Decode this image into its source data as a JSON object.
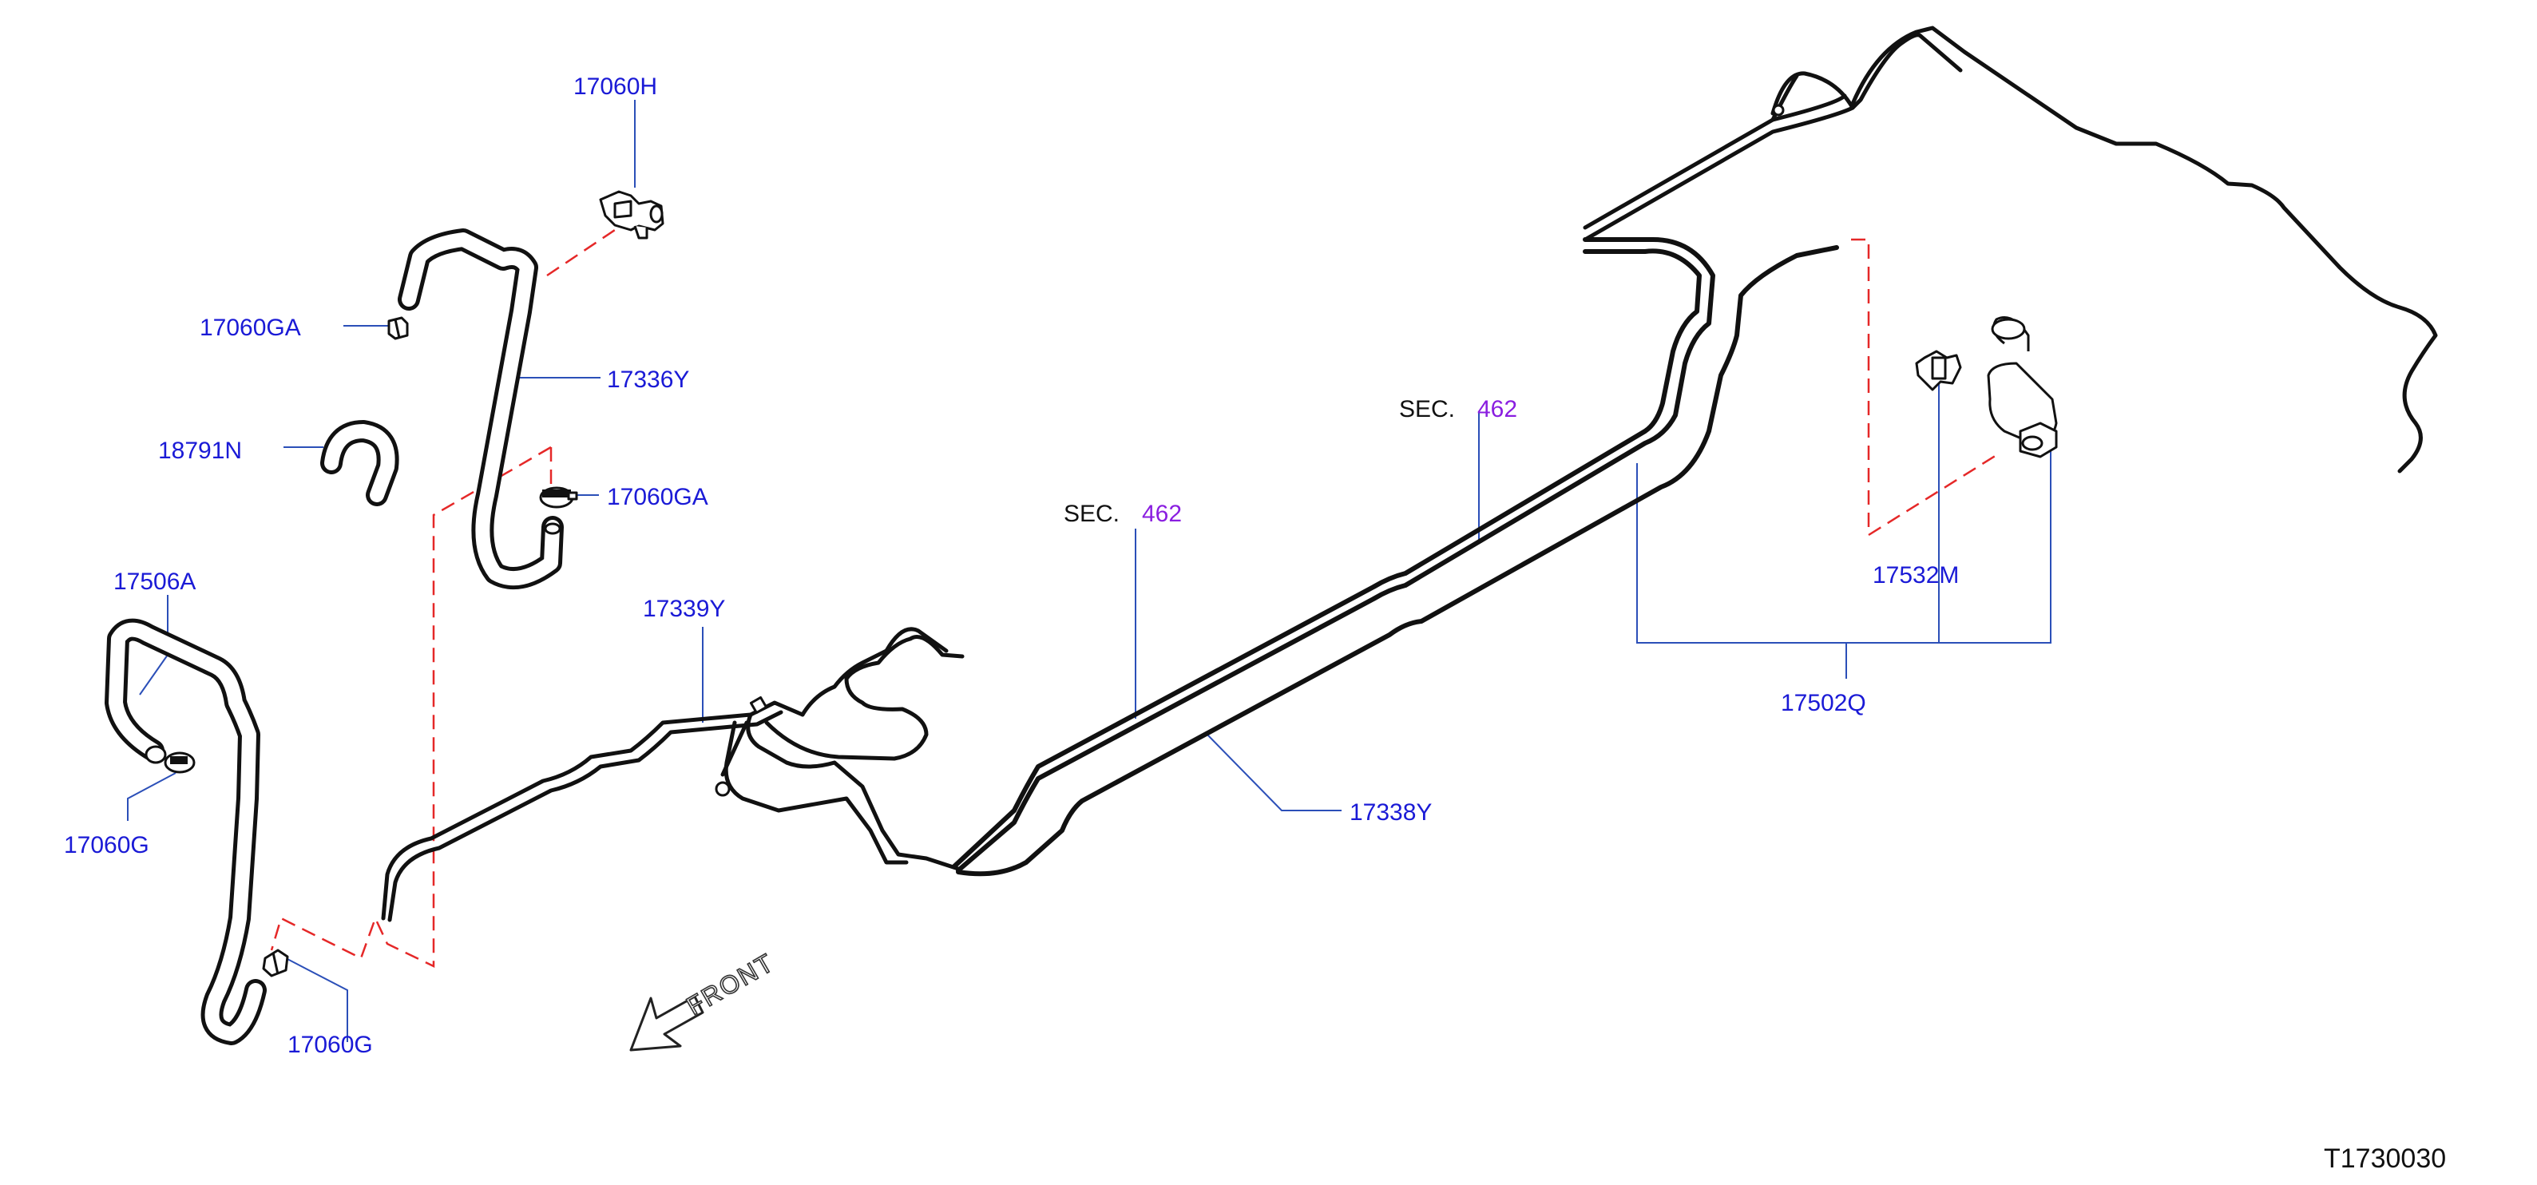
{
  "diagram": {
    "code": "T1730030",
    "front_label": "FRONT",
    "sections": [
      {
        "prefix": "SEC.",
        "number": "462"
      },
      {
        "prefix": "SEC.",
        "number": "462"
      }
    ],
    "parts": {
      "p17060H": "17060H",
      "p17060GA_top": "17060GA",
      "p17336Y": "17336Y",
      "p18791N": "18791N",
      "p17060GA_mid": "17060GA",
      "p17506A": "17506A",
      "p17339Y": "17339Y",
      "p17060G_left": "17060G",
      "p17060G_bottom": "17060G",
      "p17338Y": "17338Y",
      "p17532M": "17532M",
      "p17502Q": "17502Q"
    },
    "colors": {
      "part_label": "#1a1ad6",
      "section_number": "#8a1ee0",
      "leader_line": "#2b4fb8",
      "phantom_line": "#e52828",
      "tube": "#111111"
    }
  }
}
